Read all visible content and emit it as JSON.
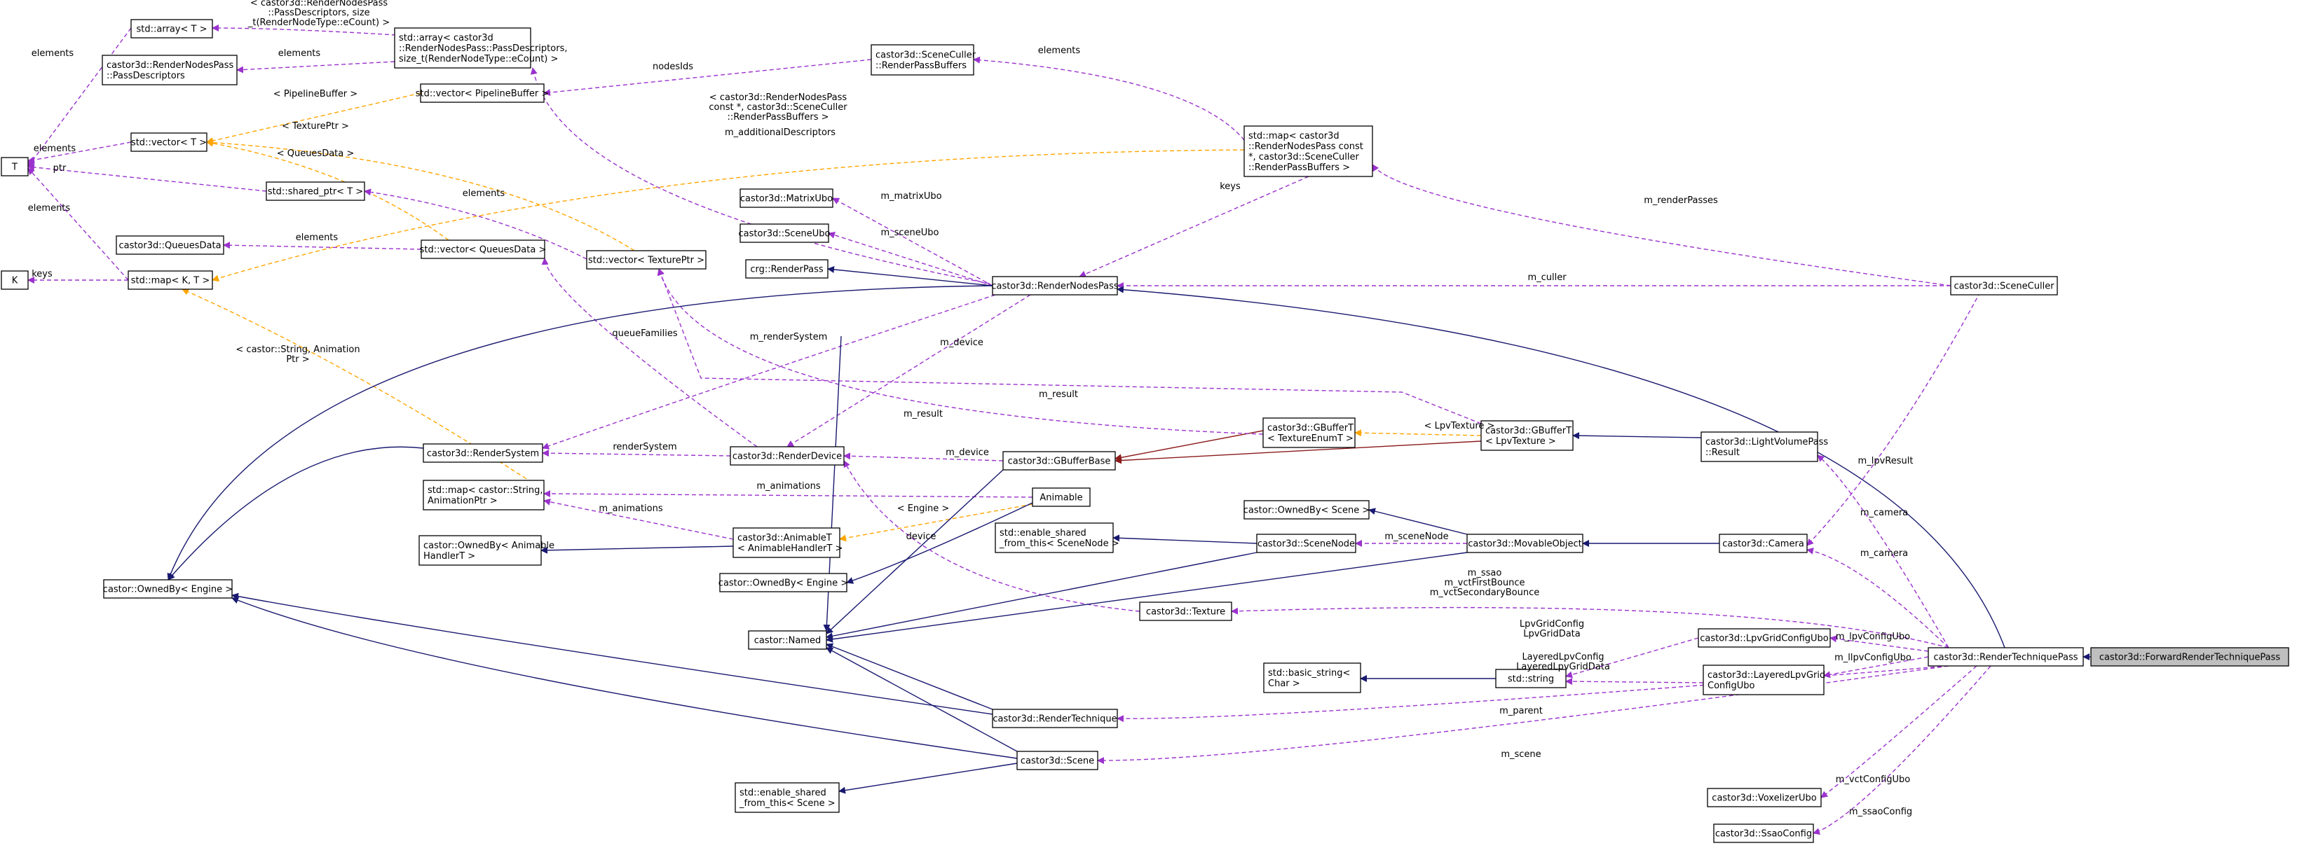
{
  "colors": {
    "background": "#ffffff",
    "node_border": "#000000",
    "node_fill": "#ffffff",
    "highlight_fill": "#bfbfbf",
    "inheritance": "#191970",
    "usage": "#9a32cd",
    "template": "#ffa500",
    "red_edge": "#8b1a1a"
  },
  "nodes": [
    {
      "id": "array_T",
      "lines": [
        "std::array< T >"
      ]
    },
    {
      "id": "array_pass",
      "lines": [
        "std::array< castor3d",
        "::RenderNodesPass::PassDescriptors,",
        "size_t(RenderNodeType::eCount) >"
      ]
    },
    {
      "id": "pass_desc",
      "lines": [
        "castor3d::RenderNodesPass",
        "::PassDescriptors"
      ]
    },
    {
      "id": "vec_pipeline",
      "lines": [
        "std::vector< PipelineBuffer >"
      ]
    },
    {
      "id": "culler_buffers",
      "lines": [
        "castor3d::SceneCuller",
        "::RenderPassBuffers"
      ]
    },
    {
      "id": "map_pass",
      "lines": [
        "std::map< castor3d",
        "::RenderNodesPass const",
        "*, castor3d::SceneCuller",
        "::RenderPassBuffers >"
      ]
    },
    {
      "id": "T",
      "lines": [
        "T"
      ]
    },
    {
      "id": "vector_T",
      "lines": [
        "std::vector< T >"
      ]
    },
    {
      "id": "shared_T",
      "lines": [
        "std::shared_ptr< T >"
      ]
    },
    {
      "id": "queues_data",
      "lines": [
        "castor3d::QueuesData"
      ]
    },
    {
      "id": "vec_queues",
      "lines": [
        "std::vector< QueuesData >"
      ]
    },
    {
      "id": "K",
      "lines": [
        "K"
      ]
    },
    {
      "id": "map_KT",
      "lines": [
        "std::map< K, T >"
      ]
    },
    {
      "id": "matrix_ubo",
      "lines": [
        "castor3d::MatrixUbo"
      ]
    },
    {
      "id": "scene_ubo",
      "lines": [
        "castor3d::SceneUbo"
      ]
    },
    {
      "id": "vec_texture",
      "lines": [
        "std::vector< TexturePtr >"
      ]
    },
    {
      "id": "crg_pass",
      "lines": [
        "crg::RenderPass"
      ]
    },
    {
      "id": "nodes_pass",
      "lines": [
        "castor3d::RenderNodesPass"
      ]
    },
    {
      "id": "scene_culler",
      "lines": [
        "castor3d::SceneCuller"
      ]
    },
    {
      "id": "render_system",
      "lines": [
        "castor3d::RenderSystem"
      ]
    },
    {
      "id": "render_device",
      "lines": [
        "castor3d::RenderDevice"
      ]
    },
    {
      "id": "gbuffer_tex",
      "lines": [
        "castor3d::GBufferT",
        "< TextureEnumT >"
      ]
    },
    {
      "id": "gbuffer_lpv",
      "lines": [
        "castor3d::GBufferT",
        "< LpvTexture >"
      ]
    },
    {
      "id": "gbuffer_base",
      "lines": [
        "castor3d::GBufferBase"
      ]
    },
    {
      "id": "lvp_result",
      "lines": [
        "castor3d::LightVolumePass",
        "::Result"
      ]
    },
    {
      "id": "map_anim",
      "lines": [
        "std::map< castor::String,",
        "AnimationPtr >"
      ]
    },
    {
      "id": "animable",
      "lines": [
        "Animable"
      ]
    },
    {
      "id": "owned_anim",
      "lines": [
        "castor::OwnedBy< Animable",
        "HandlerT >"
      ]
    },
    {
      "id": "animable_t",
      "lines": [
        "castor3d::AnimableT",
        "< AnimableHandlerT >"
      ]
    },
    {
      "id": "enable_node",
      "lines": [
        "std::enable_shared",
        "_from_this< SceneNode >"
      ]
    },
    {
      "id": "owned_scene",
      "lines": [
        "castor::OwnedBy< Scene >"
      ]
    },
    {
      "id": "scene_node",
      "lines": [
        "castor3d::SceneNode"
      ]
    },
    {
      "id": "movable",
      "lines": [
        "castor3d::MovableObject"
      ]
    },
    {
      "id": "camera",
      "lines": [
        "castor3d::Camera"
      ]
    },
    {
      "id": "owned_engine_a",
      "lines": [
        "castor::OwnedBy< Engine >"
      ]
    },
    {
      "id": "owned_engine_b",
      "lines": [
        "castor::OwnedBy< Engine >"
      ]
    },
    {
      "id": "texture",
      "lines": [
        "castor3d::Texture"
      ]
    },
    {
      "id": "named",
      "lines": [
        "castor::Named"
      ]
    },
    {
      "id": "lpv_grid_ubo",
      "lines": [
        "castor3d::LpvGridConfigUbo"
      ]
    },
    {
      "id": "technique_pass",
      "lines": [
        "castor3d::RenderTechniquePass"
      ]
    },
    {
      "id": "forward_pass",
      "lines": [
        "castor3d::ForwardRenderTechniquePass"
      ]
    },
    {
      "id": "basic_string",
      "lines": [
        "std::basic_string<",
        "Char >"
      ]
    },
    {
      "id": "string",
      "lines": [
        "std::string"
      ]
    },
    {
      "id": "layered_ubo",
      "lines": [
        "castor3d::LayeredLpvGrid",
        "ConfigUbo"
      ]
    },
    {
      "id": "technique",
      "lines": [
        "castor3d::RenderTechnique"
      ]
    },
    {
      "id": "scene",
      "lines": [
        "castor3d::Scene"
      ]
    },
    {
      "id": "enable_scene",
      "lines": [
        "std::enable_shared",
        "_from_this< Scene >"
      ]
    },
    {
      "id": "voxelizer_ubo",
      "lines": [
        "castor3d::VoxelizerUbo"
      ]
    },
    {
      "id": "ssao_config",
      "lines": [
        "castor3d::SsaoConfig"
      ]
    }
  ],
  "edge_labels": [
    {
      "id": "el_1",
      "lines": [
        "< castor3d::RenderNodesPass",
        "::PassDescriptors, size",
        "_t(RenderNodeType::eCount) >"
      ]
    },
    {
      "id": "el_2",
      "lines": [
        "elements"
      ]
    },
    {
      "id": "el_3",
      "lines": [
        "elements"
      ]
    },
    {
      "id": "el_4",
      "lines": [
        "nodesIds"
      ]
    },
    {
      "id": "el_5",
      "lines": [
        "elements"
      ]
    },
    {
      "id": "el_6",
      "lines": [
        "< PipelineBuffer >"
      ]
    },
    {
      "id": "el_7",
      "lines": [
        "< castor3d::RenderNodesPass",
        "const *, castor3d::SceneCuller",
        "::RenderPassBuffers >"
      ]
    },
    {
      "id": "el_8",
      "lines": [
        "m_additionalDescriptors"
      ]
    },
    {
      "id": "el_9",
      "lines": [
        "elements"
      ]
    },
    {
      "id": "el_10",
      "lines": [
        "< TexturePtr >"
      ]
    },
    {
      "id": "el_11",
      "lines": [
        "ptr"
      ]
    },
    {
      "id": "el_12",
      "lines": [
        "< QueuesData >"
      ]
    },
    {
      "id": "el_13",
      "lines": [
        "elements"
      ]
    },
    {
      "id": "el_14",
      "lines": [
        "elements"
      ]
    },
    {
      "id": "el_15",
      "lines": [
        "elements"
      ]
    },
    {
      "id": "el_16",
      "lines": [
        "keys"
      ]
    },
    {
      "id": "el_17",
      "lines": [
        "m_matrixUbo"
      ]
    },
    {
      "id": "el_18",
      "lines": [
        "keys"
      ]
    },
    {
      "id": "el_19",
      "lines": [
        "m_renderPasses"
      ]
    },
    {
      "id": "el_20",
      "lines": [
        "m_sceneUbo"
      ]
    },
    {
      "id": "el_21",
      "lines": [
        "m_culler"
      ]
    },
    {
      "id": "el_22",
      "lines": [
        "m_renderSystem"
      ]
    },
    {
      "id": "el_23",
      "lines": [
        "queueFamilies"
      ]
    },
    {
      "id": "el_24",
      "lines": [
        "m_device"
      ]
    },
    {
      "id": "el_25",
      "lines": [
        "< castor::String, Animation",
        "Ptr >"
      ]
    },
    {
      "id": "el_26",
      "lines": [
        "m_result"
      ]
    },
    {
      "id": "el_27",
      "lines": [
        "m_result"
      ]
    },
    {
      "id": "el_28",
      "lines": [
        "< LpvTexture >"
      ]
    },
    {
      "id": "el_29",
      "lines": [
        "renderSystem"
      ]
    },
    {
      "id": "el_30",
      "lines": [
        "m_device"
      ]
    },
    {
      "id": "el_31",
      "lines": [
        "m_animations"
      ]
    },
    {
      "id": "el_32",
      "lines": [
        "m_lpvResult"
      ]
    },
    {
      "id": "el_33",
      "lines": [
        "< Engine >"
      ]
    },
    {
      "id": "el_34",
      "lines": [
        "m_animations"
      ]
    },
    {
      "id": "el_35",
      "lines": [
        "m_sceneNode"
      ]
    },
    {
      "id": "el_36",
      "lines": [
        "m_camera"
      ]
    },
    {
      "id": "el_37",
      "lines": [
        "device"
      ]
    },
    {
      "id": "el_38",
      "lines": [
        "m_camera"
      ]
    },
    {
      "id": "el_39",
      "lines": [
        "m_ssao",
        "m_vctFirstBounce",
        "m_vctSecondaryBounce"
      ]
    },
    {
      "id": "el_40",
      "lines": [
        "LpvGridConfig",
        "LpvGridData"
      ]
    },
    {
      "id": "el_41",
      "lines": [
        "m_lpvConfigUbo"
      ]
    },
    {
      "id": "el_42",
      "lines": [
        "LayeredLpvConfig",
        "LayeredLpvGridData"
      ]
    },
    {
      "id": "el_43",
      "lines": [
        "m_llpvConfigUbo"
      ]
    },
    {
      "id": "el_44",
      "lines": [
        "m_parent"
      ]
    },
    {
      "id": "el_45",
      "lines": [
        "m_scene"
      ]
    },
    {
      "id": "el_46",
      "lines": [
        "m_vctConfigUbo"
      ]
    },
    {
      "id": "el_47",
      "lines": [
        "m_ssaoConfig"
      ]
    }
  ]
}
